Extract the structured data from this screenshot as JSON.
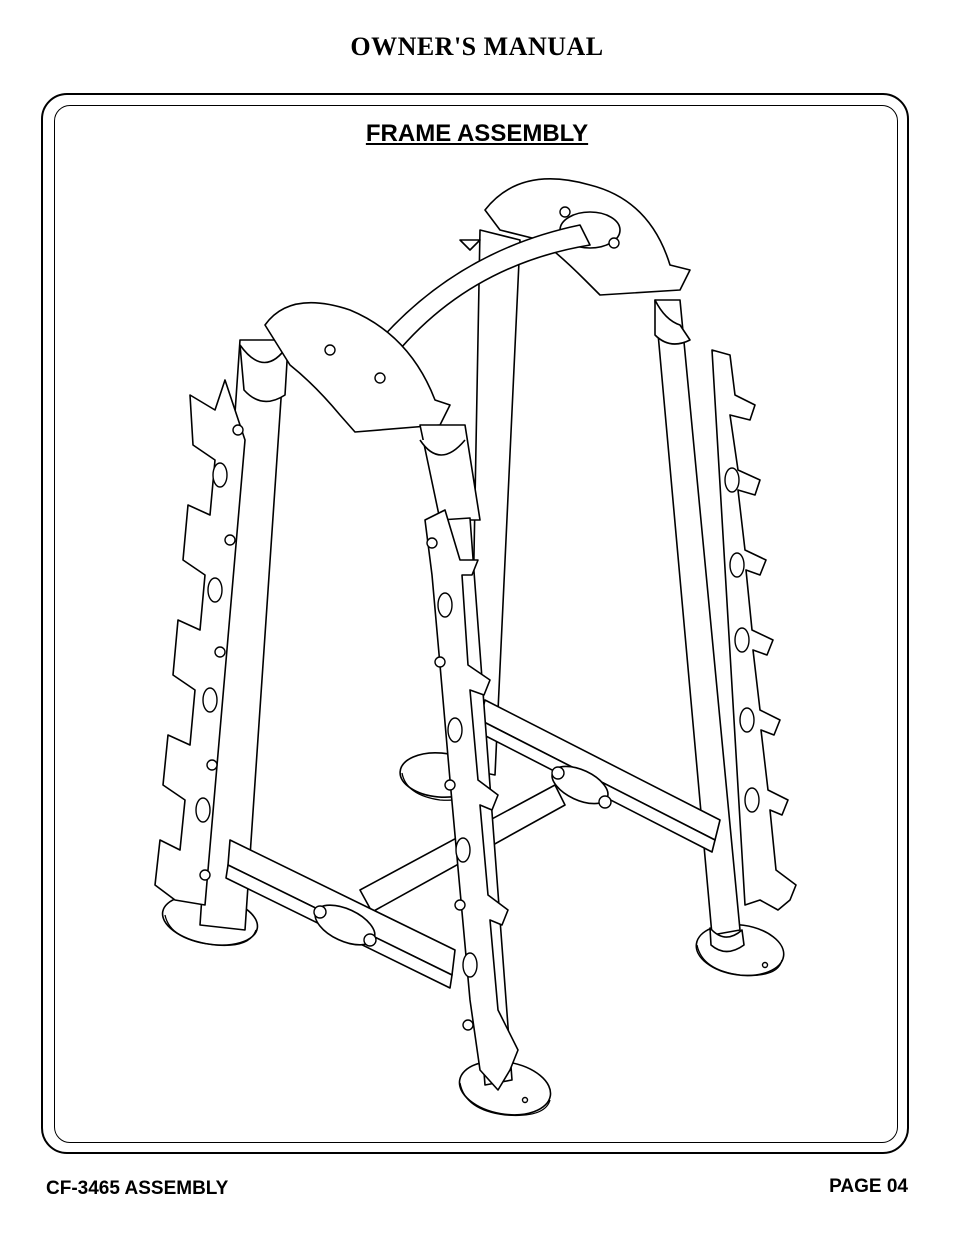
{
  "header": {
    "title": "OWNER'S MANUAL"
  },
  "section": {
    "title": "FRAME ASSEMBLY"
  },
  "footer": {
    "model": "CF-3465 ASSEMBLY",
    "page": "PAGE 04"
  }
}
